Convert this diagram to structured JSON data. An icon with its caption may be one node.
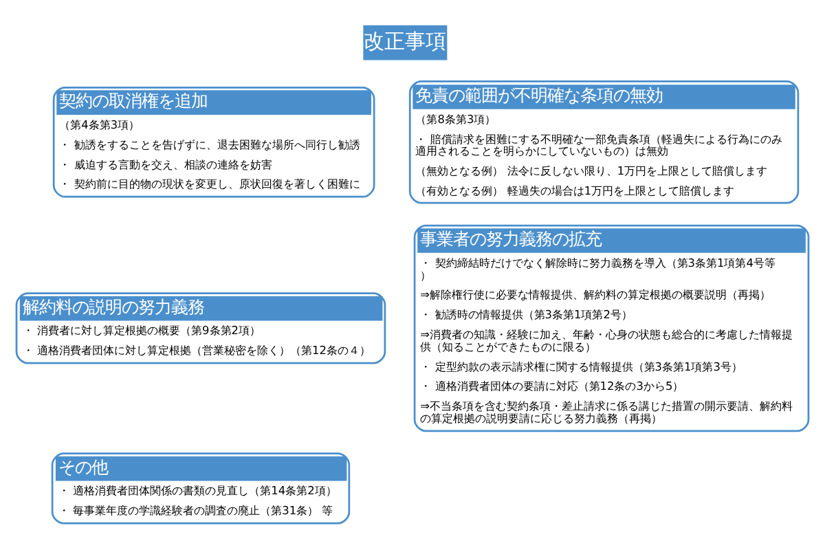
{
  "diagram": {
    "title": "改正事項",
    "nodes": [
      {
        "text": [
          "契約の取消権を追加",
          "（第4条第3項）",
          "・ 勧誘をすることを告げずに、退去困難な場所へ同行し勧誘",
          "・ 威迫する言動を交え、相談の連絡を妨害",
          "・ 契約前に目的物の現状を変更し、原状回復を著しく困難に"
        ]
      },
      {
        "text": [
          "免責の範囲が不明確な条項の無効",
          "（第8条第3項）",
          "・ 賠償請求を困難にする不明確な一部免責条項（軽過失による行為にのみ適用されることを明らかにしていないもの）は無効",
          "（無効となる例） 法令に反しない限り、1万円を上限として賠償します",
          "（有効となる例） 軽過失の場合は1万円を上限として賠償します"
        ]
      },
      {
        "text": [
          "解約料の説明の努力義務",
          "・ 消費者に対し算定根拠の概要（第9条第2項）",
          "・ 適格消費者団体に対し算定根拠（営業秘密を除く）（第12条の４）"
        ]
      },
      {
        "text": [
          "事業者の努力義務の拡充",
          "・ 契約締結時だけでなく解除時に努力義務を導入（第3条第1項第4号等）",
          "⇒解除権行使に必要な情報提供、解約料の算定根拠の概要説明（再掲）",
          "・ 勧誘時の情報提供（第3条第1項第2号）",
          "⇒消費者の知識・経験に加え、年齢・心身の状態も総合的に考慮した情報提供（知ることができたものに限る）",
          "・ 定型約款の表示請求権に関する情報提供（第3条第1項第3号）",
          "・ 適格消費者団体の要請に対応（第12条の3から5）",
          "⇒不当条項を含む契約条項・差止請求に係る講じた措置の開示要請、解約料の算定根拠の説明要請に応じる努力義務（再掲）"
        ]
      },
      {
        "text": [
          "その他",
          "・ 適格消費者団体関係の書類の見直し（第14条第2項）",
          "・ 毎事業年度の学識経験者の調査の廃止（第31条） 等"
        ]
      }
    ]
  }
}
